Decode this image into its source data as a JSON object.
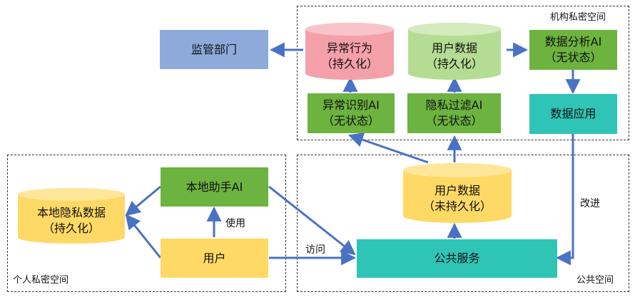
{
  "zones": {
    "institution": "机构私密空间",
    "personal": "个人私密空间",
    "public": "公共空间"
  },
  "nodes": {
    "regulator": "监管部门",
    "abnormal_behavior": [
      "异常行为",
      "（持久化）"
    ],
    "user_data_persistent": [
      "用户数据",
      "（持久化）"
    ],
    "data_analysis_ai": [
      "数据分析AI",
      "（无状态）"
    ],
    "anomaly_detection_ai": [
      "异常识别AI",
      "（无状态）"
    ],
    "privacy_filter_ai": [
      "隐私过滤AI",
      "（无状态）"
    ],
    "data_application": "数据应用",
    "local_private_data": [
      "本地隐私数据",
      "（持久化）"
    ],
    "local_assistant_ai": "本地助手AI",
    "user": "用户",
    "user_data_nonpersistent": [
      "用户数据",
      "（未持久化）"
    ],
    "public_service": "公共服务"
  },
  "edge_labels": {
    "use": "使用",
    "access": "访问",
    "improve": "改进"
  },
  "colors": {
    "blue": "#8eaadb",
    "pink": "#f4a0a8",
    "light_green": "#b5dc93",
    "green": "#6cb33f",
    "teal": "#2ec4b6",
    "yellow": "#ffd966",
    "arrow": "#4a72c4"
  }
}
